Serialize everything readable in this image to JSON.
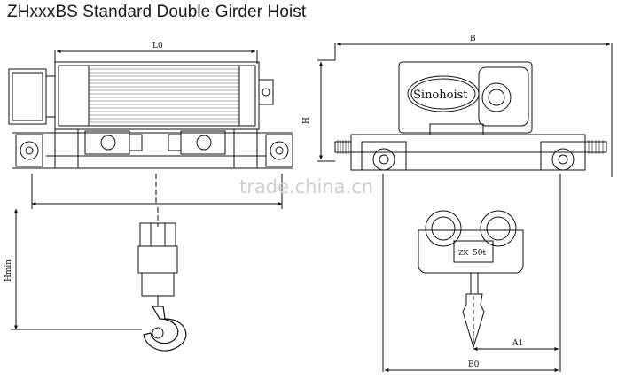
{
  "title": "ZHxxxBS Standard Double Girder Hoist",
  "labels": {
    "L0": "L0",
    "B": "B",
    "H": "H",
    "Hmin": "Hmin",
    "A1": "A1",
    "B0": "B0"
  },
  "plate": {
    "brand": "Sinohoist",
    "model": "ZK",
    "capacity": "50t"
  },
  "watermark": "trade.china.cn"
}
